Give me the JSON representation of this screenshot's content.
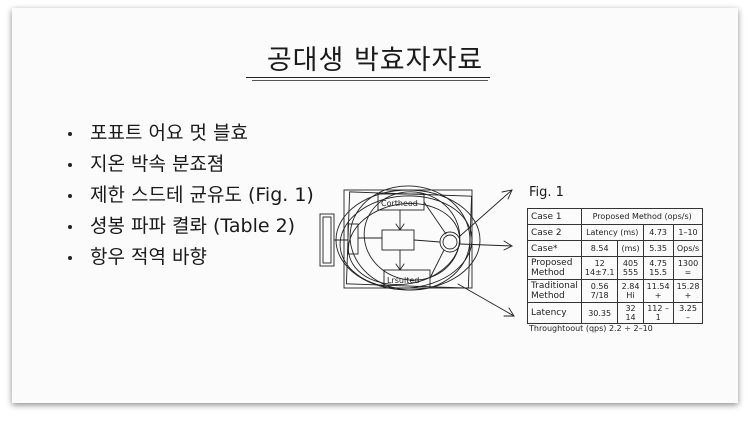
{
  "slide": {
    "title": "공대생 박효자자료",
    "bullets": [
      "포표트 어요 멋 블효",
      "지온 박속 분죠졈",
      "제한 스드테 균유도 (Fig. 1)",
      "셩봉 파파 켤롸 (Table 2)",
      "항우 적역 바향"
    ],
    "figure": {
      "label": "Fig. 1",
      "box_top": "Cortheod",
      "box_bottom": "Lrsulted"
    },
    "table": {
      "header": [
        "Case 1",
        "Proposed Method (ops/s)"
      ],
      "rows": [
        [
          "Case 2",
          "Latency (ms)",
          "4.73",
          "1–10"
        ],
        [
          "Case*",
          "8.54",
          "(ms)",
          "5.35",
          "Ops/s"
        ],
        [
          "Proposed Method",
          "12 14±7.1",
          "405 555",
          "4.75 15.5",
          "1300 ="
        ],
        [
          "Traditional Method",
          "0.56 7/18",
          "2.84 Hi",
          "11.54 +",
          "15.28 +"
        ],
        [
          "Latency",
          "30.35",
          "32 14",
          "112 –1",
          "3.25 –"
        ]
      ],
      "footer": "Throughtoout (qps)   2.2 ÷ 2–10"
    }
  }
}
